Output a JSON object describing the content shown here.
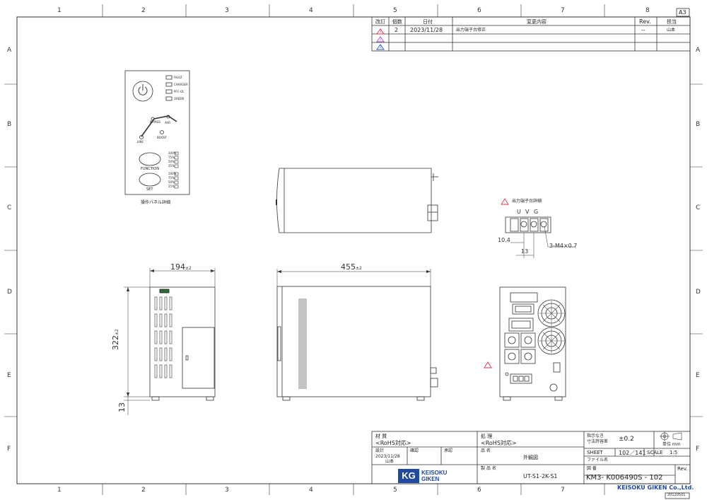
{
  "sheet_size": "A3",
  "zones": {
    "cols": [
      "1",
      "2",
      "3",
      "4",
      "5",
      "6",
      "7",
      "8"
    ],
    "rows": [
      "A",
      "B",
      "C",
      "D",
      "E",
      "F"
    ]
  },
  "revision_table": {
    "headers": [
      "改訂",
      "個数",
      "日付",
      "変更内容",
      "Rev.",
      "担当"
    ],
    "rows": [
      {
        "mark": "1",
        "count": "2",
        "date": "2023/11/28",
        "content": "出力端子台修正",
        "rev": "--",
        "person": "山本"
      },
      {
        "mark": "2",
        "count": "",
        "date": "",
        "content": "",
        "rev": "",
        "person": ""
      },
      {
        "mark": "3",
        "count": "",
        "date": "",
        "content": "",
        "rev": "",
        "person": ""
      }
    ],
    "colors": {
      "rev1": "#d9334b",
      "rev2": "#b34fc9",
      "rev3": "#2b55c8"
    }
  },
  "panel": {
    "leds": [
      "FAULT",
      "CHARGER",
      "PFC-OL",
      "GREEN"
    ],
    "arc_labels": {
      "bypass": "BYPASS",
      "avr": "AVR",
      "line": "LINE",
      "boost": "BOOST"
    },
    "function_label": "FUNCTION",
    "set_label": "SET",
    "bars_1": [
      "100%",
      "75%",
      "50%",
      "25%"
    ],
    "bars_2": [
      "100%",
      "75%",
      "50%",
      "25%"
    ],
    "caption": "操作パネル詳細",
    "power_icon": "power-icon"
  },
  "terminal": {
    "caption": "出力端子台詳細",
    "labels": [
      "U",
      "V",
      "G"
    ],
    "dim_a": "10.4",
    "dim_b": "13",
    "screw": "3-M4×0.7"
  },
  "dims": {
    "width": "194",
    "width_tol": "±2",
    "depth": "455",
    "depth_tol": "±2",
    "height": "322",
    "height_tol": "±2",
    "foot": "13"
  },
  "title_block": {
    "material_label": "材 質",
    "material_value": "<RoHS対応>",
    "process_label": "処 理",
    "process_value": "<RoHS対応>",
    "tol_label1": "指示なき",
    "tol_label2": "寸法許容差",
    "tol_value": "±0.2",
    "unit_label": "単位 mm",
    "design_label": "設計",
    "design_date": "2023/11/28",
    "design_person": "山本",
    "check_label": "確認",
    "approve_label": "承認",
    "name_label": "品 名",
    "name_value": "外観図",
    "sheet_label": "SHEET",
    "sheet_value": "102／141",
    "scale_label": "SCALE",
    "scale_value": "1:5",
    "file_label": "ファイル名",
    "drawing_label": "図 番",
    "drawing_value": "KM3- K006490S - 102",
    "rev_label": "Rev.",
    "product_label": "製 品 名",
    "product_value": "UT-S1-2K-S1",
    "company": "KEISOKU GIKEN Co.,Ltd.",
    "logo_mark": "KG",
    "logo_line1": "KEISOKU",
    "logo_line2": "GIKEN",
    "form_code": "20120501"
  }
}
